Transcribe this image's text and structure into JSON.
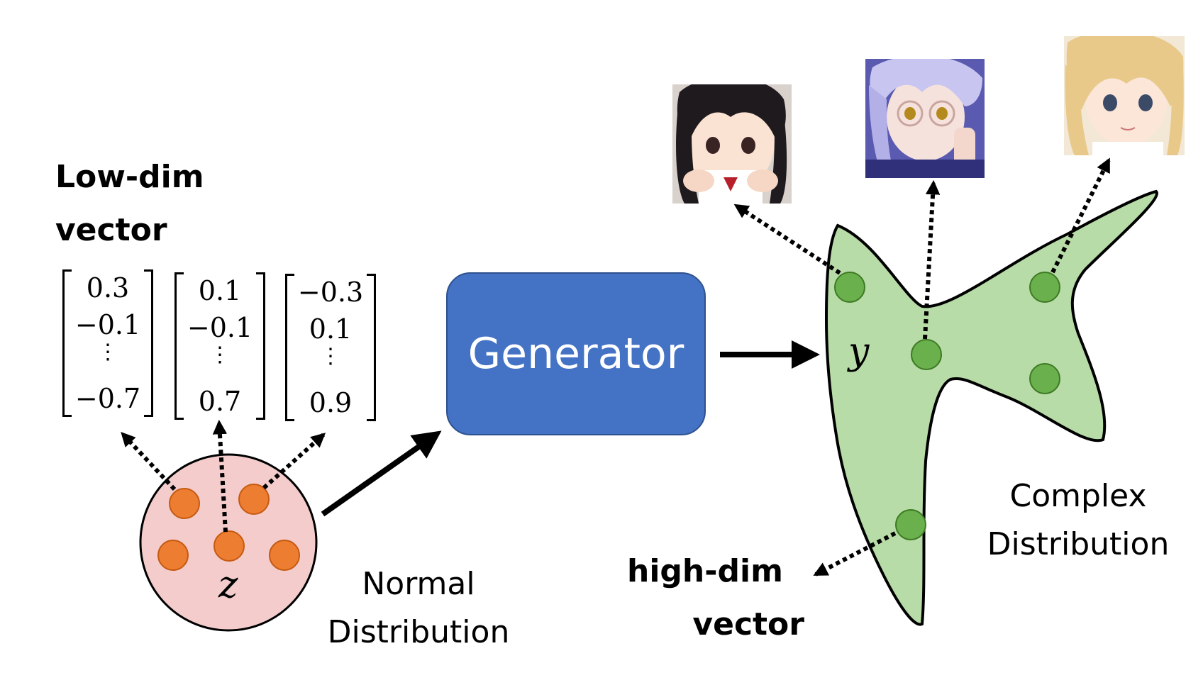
{
  "labels": {
    "low_dim_line1": "Low-dim",
    "low_dim_line2": "vector",
    "normal_line1": "Normal",
    "normal_line2": "Distribution",
    "generator": "Generator",
    "complex_line1": "Complex",
    "complex_line2": "Distribution",
    "high_dim_line1": "high-dim",
    "high_dim_line2": "vector",
    "z": "z",
    "y": "y"
  },
  "vectors": [
    {
      "top": "0.3",
      "second": "−0.1",
      "bottom": "−0.7"
    },
    {
      "top": "0.1",
      "second": "−0.1",
      "bottom": "0.7"
    },
    {
      "top": "−0.3",
      "second": "0.1",
      "bottom": "0.9"
    }
  ],
  "ellipsis": "⋮",
  "colors": {
    "generator_fill": "#4472c4",
    "normal_fill": "#f4cccc",
    "normal_dot": "#ed7d31",
    "complex_fill": "#b8dca7",
    "complex_dot": "#6ab04c"
  }
}
